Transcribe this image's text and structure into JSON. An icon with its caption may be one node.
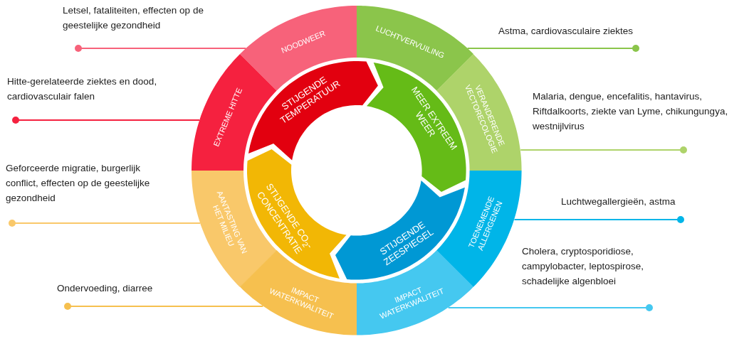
{
  "diagram": {
    "nodes": [
      {
        "text": [
          "NOODWEER"
        ]
      },
      {
        "text": [
          "LUCHTVERVUILING"
        ]
      },
      {
        "text": [
          "EXTREME HITTE"
        ]
      },
      {
        "text": [
          "VERANDERENDE VECTORECOLOGIE"
        ]
      },
      {
        "text": [
          "AANTASTING VAN HET MILIEU"
        ]
      },
      {
        "text": [
          "TOENEMENDE ALLERGENEN"
        ]
      },
      {
        "text": [
          "IMPACT WATERKWALITEIT"
        ]
      },
      {
        "text": [
          "IMPACT WATERKWALITEIT"
        ]
      },
      {
        "text": [
          "STIJGENDE TEMPERATUUR"
        ]
      },
      {
        "text": [
          "MEER EXTREEM WEER"
        ]
      },
      {
        "text": [
          "STIJGENDE CO$_{2}$-CONCENTRATIE"
        ]
      },
      {
        "text": [
          "STIJGENDE ZEESPIEGEL"
        ]
      },
      {
        "text": [
          "Letsel, fataliteiten, effecten op de geestelijke gezondheid"
        ]
      },
      {
        "text": [
          "Astma, cardiovasculaire ziektes"
        ]
      },
      {
        "text": [
          "Hitte-gerelateerde ziektes en dood, cardiovasculair falen"
        ]
      },
      {
        "text": [
          "Malaria, dengue, encefalitis, hantavirus, Riftdalkoorts, ziekte van Lyme, chikungungya, westnijlvirus"
        ]
      },
      {
        "text": [
          "Geforceerde migratie, burgerlijk conflict, effecten op de geestelijke gezondheid"
        ]
      },
      {
        "text": [
          "Luchtwegallergieën, astma"
        ]
      },
      {
        "text": [
          "Ondervoeding, diarree"
        ]
      },
      {
        "text": [
          "Cholera, cryptosporidiose, campylobacter, leptospirose, schadelijke algenbloei"
        ]
      }
    ],
    "edges": [
      {
        "from": 12,
        "to": 0,
        "arrow": "other",
        "color": "#f7627a"
      },
      {
        "from": 13,
        "to": 1,
        "arrow": "other",
        "color": "#8bc54b"
      },
      {
        "from": 14,
        "to": 2,
        "arrow": "other",
        "color": "#f5213f"
      },
      {
        "from": 15,
        "to": 3,
        "arrow": "other",
        "color": "#aed36a"
      },
      {
        "from": 16,
        "to": 4,
        "arrow": "other",
        "color": "#f9c86a"
      },
      {
        "from": 17,
        "to": 5,
        "arrow": "other",
        "color": "#00b5e8"
      },
      {
        "from": 18,
        "to": 6,
        "arrow": "other",
        "color": "#f6c04f"
      },
      {
        "from": 19,
        "to": 7,
        "arrow": "other",
        "color": "#45c8f0"
      }
    ]
  }
}
